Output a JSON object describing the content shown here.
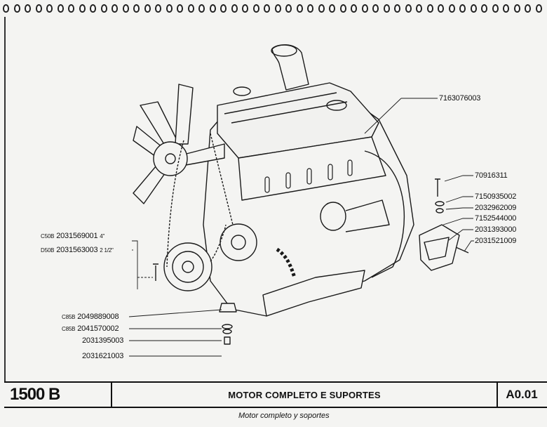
{
  "page": {
    "model": "1500 B",
    "title": "MOTOR COMPLETO E SUPORTES",
    "subtitle": "Motor completo y soportes",
    "reference": "A0.01"
  },
  "parts": [
    {
      "number": "7163076003"
    },
    {
      "number": "70916311"
    },
    {
      "number": "7150935002"
    },
    {
      "number": "2032962009"
    },
    {
      "number": "7152544000"
    },
    {
      "number": "2031393000"
    },
    {
      "number": "2031521009"
    },
    {
      "code": "C50B",
      "number": "2031569001",
      "qty": "4\""
    },
    {
      "code": "D50B",
      "number": "2031563003",
      "qty": "2  1/2\""
    },
    {
      "code": "C85B",
      "number": "2049889008"
    },
    {
      "code": "C85B",
      "number": "2041570002"
    },
    {
      "number": "2031395003"
    },
    {
      "number": "2031621003"
    }
  ]
}
